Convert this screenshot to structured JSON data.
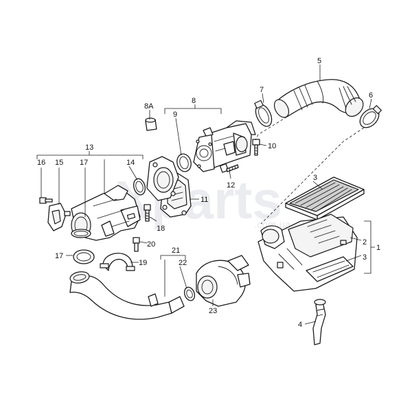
{
  "watermark": {
    "main": "Xparts",
    "sub": ".com.ua"
  },
  "callouts": {
    "c1": "1",
    "c2": "2",
    "c3a": "3",
    "c3b": "3",
    "c4": "4",
    "c5": "5",
    "c6": "6",
    "c7": "7",
    "c8": "8",
    "c8a": "8A",
    "c9": "9",
    "c10": "10",
    "c11": "11",
    "c12": "12",
    "c13": "13",
    "c14": "14",
    "c15": "15",
    "c16": "16",
    "c17a": "17",
    "c17b": "17",
    "c18": "18",
    "c19": "19",
    "c20": "20",
    "c21": "21",
    "c22": "22",
    "c23": "23"
  }
}
